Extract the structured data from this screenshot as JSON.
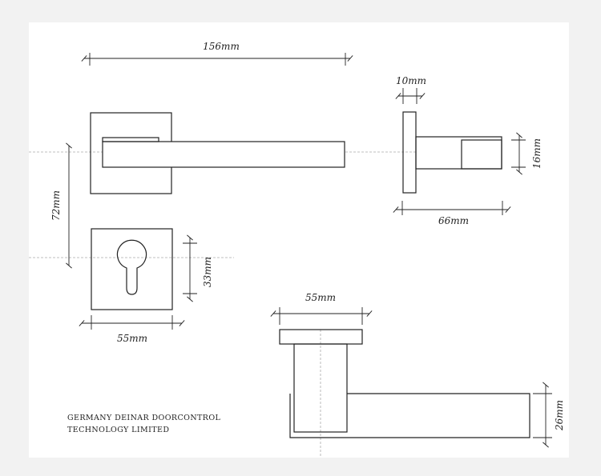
{
  "dimensions": {
    "lever_length": "156mm",
    "rose_thickness": "10mm",
    "lever_thickness": "16mm",
    "projection": "66mm",
    "center_distance": "72mm",
    "cylinder_height": "33mm",
    "escutcheon_width": "55mm",
    "rose_width_top_view": "55mm",
    "lever_height": "26mm"
  },
  "company": {
    "line1": "GERMANY DEINAR DOORCONTROL",
    "line2": "TECHNOLOGY LIMITED"
  },
  "colors": {
    "ink": "#222222",
    "centerline": "#aaaaaa",
    "sheet": "#ffffff",
    "background": "#f2f2f2"
  }
}
